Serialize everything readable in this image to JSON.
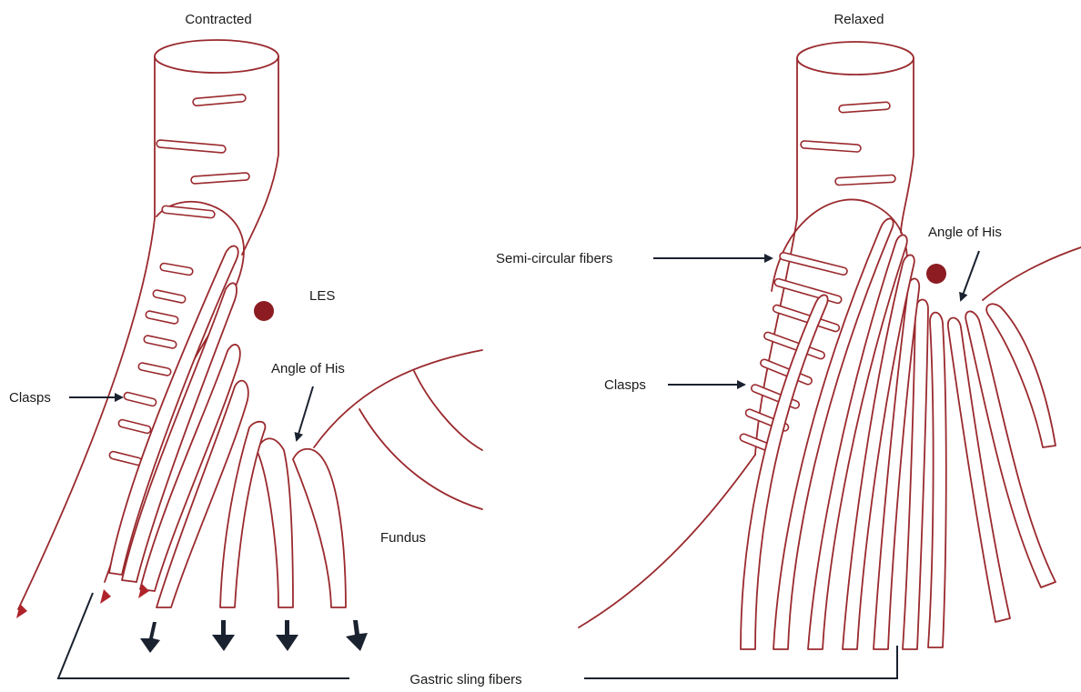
{
  "labels": {
    "contracted": "Contracted",
    "relaxed": "Relaxed",
    "les": "LES",
    "angle_of_his_left": "Angle of His",
    "angle_of_his_right": "Angle of His",
    "clasps_left": "Clasps",
    "clasps_right": "Clasps",
    "semi_circular_fibers": "Semi-circular fibers",
    "fundus": "Fundus",
    "gastric_sling_fibers": "Gastric sling fibers"
  },
  "colors": {
    "muscle_outline": "#9a2a2e",
    "les_marker": "#8c1c22",
    "arrow_dark": "#1a2230",
    "arrow_red": "#b0232a"
  }
}
